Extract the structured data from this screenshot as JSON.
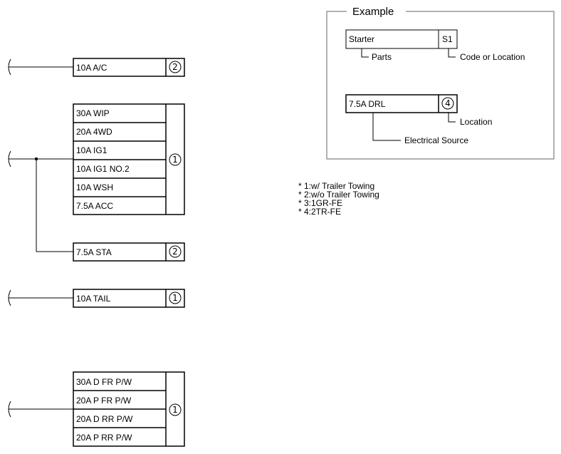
{
  "groups": [
    {
      "fuses": [
        "10A A/C"
      ],
      "location": "2"
    },
    {
      "fuses": [
        "30A WIP",
        "20A 4WD",
        "10A IG1",
        "10A IG1 NO.2",
        "10A WSH",
        "7.5A ACC"
      ],
      "location": "1"
    },
    {
      "fuses": [
        "7.5A STA"
      ],
      "location": "2"
    },
    {
      "fuses": [
        "10A TAIL"
      ],
      "location": "1"
    },
    {
      "fuses": [
        "30A D FR P/W",
        "20A P FR P/W",
        "20A D RR P/W",
        "20A P RR P/W"
      ],
      "location": "1"
    }
  ],
  "legend": {
    "title": "Example",
    "part_name": "Starter",
    "part_code": "S1",
    "parts_label": "Parts",
    "code_label": "Code or Location",
    "source_name": "7.5A DRL",
    "source_location": "4",
    "location_label": "Location",
    "source_label": "Electrical Source"
  },
  "notes": [
    "* 1:w/ Trailer Towing",
    "* 2:w/o Trailer Towing",
    "* 3:1GR-FE",
    "* 4:2TR-FE"
  ]
}
